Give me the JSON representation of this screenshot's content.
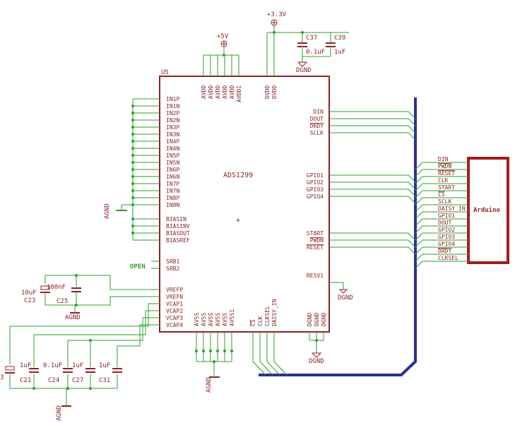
{
  "chip": {
    "ref": "U5",
    "name": "ADS1299",
    "left_pins": [
      "IN1P",
      "IN1N",
      "IN2P",
      "IN2N",
      "IN3P",
      "IN3N",
      "IN4P",
      "IN4N",
      "IN5P",
      "IN5N",
      "IN6P",
      "IN6N",
      "IN7P",
      "IN7N",
      "IN8P",
      "IN8N"
    ],
    "bias_pins": [
      "BIASIN",
      "BIASINV",
      "BIASOUT",
      "BIASREF"
    ],
    "srb_pins": [
      "SRB1",
      "SRB2"
    ],
    "vref_pins": [
      "VREFP",
      "VREFN",
      "VCAP1",
      "VCAP2",
      "VCAP3",
      "VCAP4"
    ],
    "top_pins": [
      "AVDD",
      "AVDD",
      "AVDD",
      "AVDD",
      "AVDD",
      "AVDD1",
      "DVDD",
      "DVDD"
    ],
    "right_pins_top": [
      "DIN",
      "DOUT",
      "DRDY",
      "SCLK"
    ],
    "gpio_pins": [
      "GPIO1",
      "GPIO2",
      "GPIO3",
      "GPIO4"
    ],
    "ctrl_pins": [
      "START",
      "PWDN",
      "RESET"
    ],
    "resv_pin": "RESV1",
    "bottom_pins": [
      "AVSS",
      "AVSS",
      "AVSS",
      "AVSS",
      "AVSS",
      "AVSS1",
      "CS",
      "CLK",
      "CLKSEL",
      "DAISY_IN",
      "DGND",
      "DGND",
      "DGND"
    ]
  },
  "power": {
    "v5": "+5V",
    "v33": "+3.3V",
    "agnd": "AGND",
    "dgnd": "DGND",
    "open": "OPEN"
  },
  "caps": {
    "c37": {
      "ref": "C37",
      "value": "0.1uF"
    },
    "c39": {
      "ref": "C39",
      "value": "1uF"
    },
    "c23": {
      "ref": "C23",
      "value": "10uF"
    },
    "c25": {
      "ref": "C25",
      "value": "100nF"
    },
    "c21": {
      "ref": "C21",
      "value": "1uF"
    },
    "c24": {
      "ref": "C24",
      "value": "0.1uF"
    },
    "c27": {
      "ref": "C27",
      "value": "1uF"
    },
    "c31": {
      "ref": "C31",
      "value": "1uF"
    }
  },
  "edge_label": "3",
  "arduino": {
    "name": "Arduino",
    "pins": [
      "DIN",
      "PWDN",
      "RESET",
      "CLK",
      "START",
      "CS",
      "SCLK",
      "DAISY_IN",
      "GPIO1",
      "DOUT",
      "GPIO2",
      "GPIO3",
      "GPIO4",
      "DRDY",
      "CLKSEL"
    ]
  },
  "colors": {
    "outline": "#8b2323",
    "wire": "#2e9e2e",
    "bus": "#2b2f9a",
    "arduino": "#a01e1e"
  }
}
